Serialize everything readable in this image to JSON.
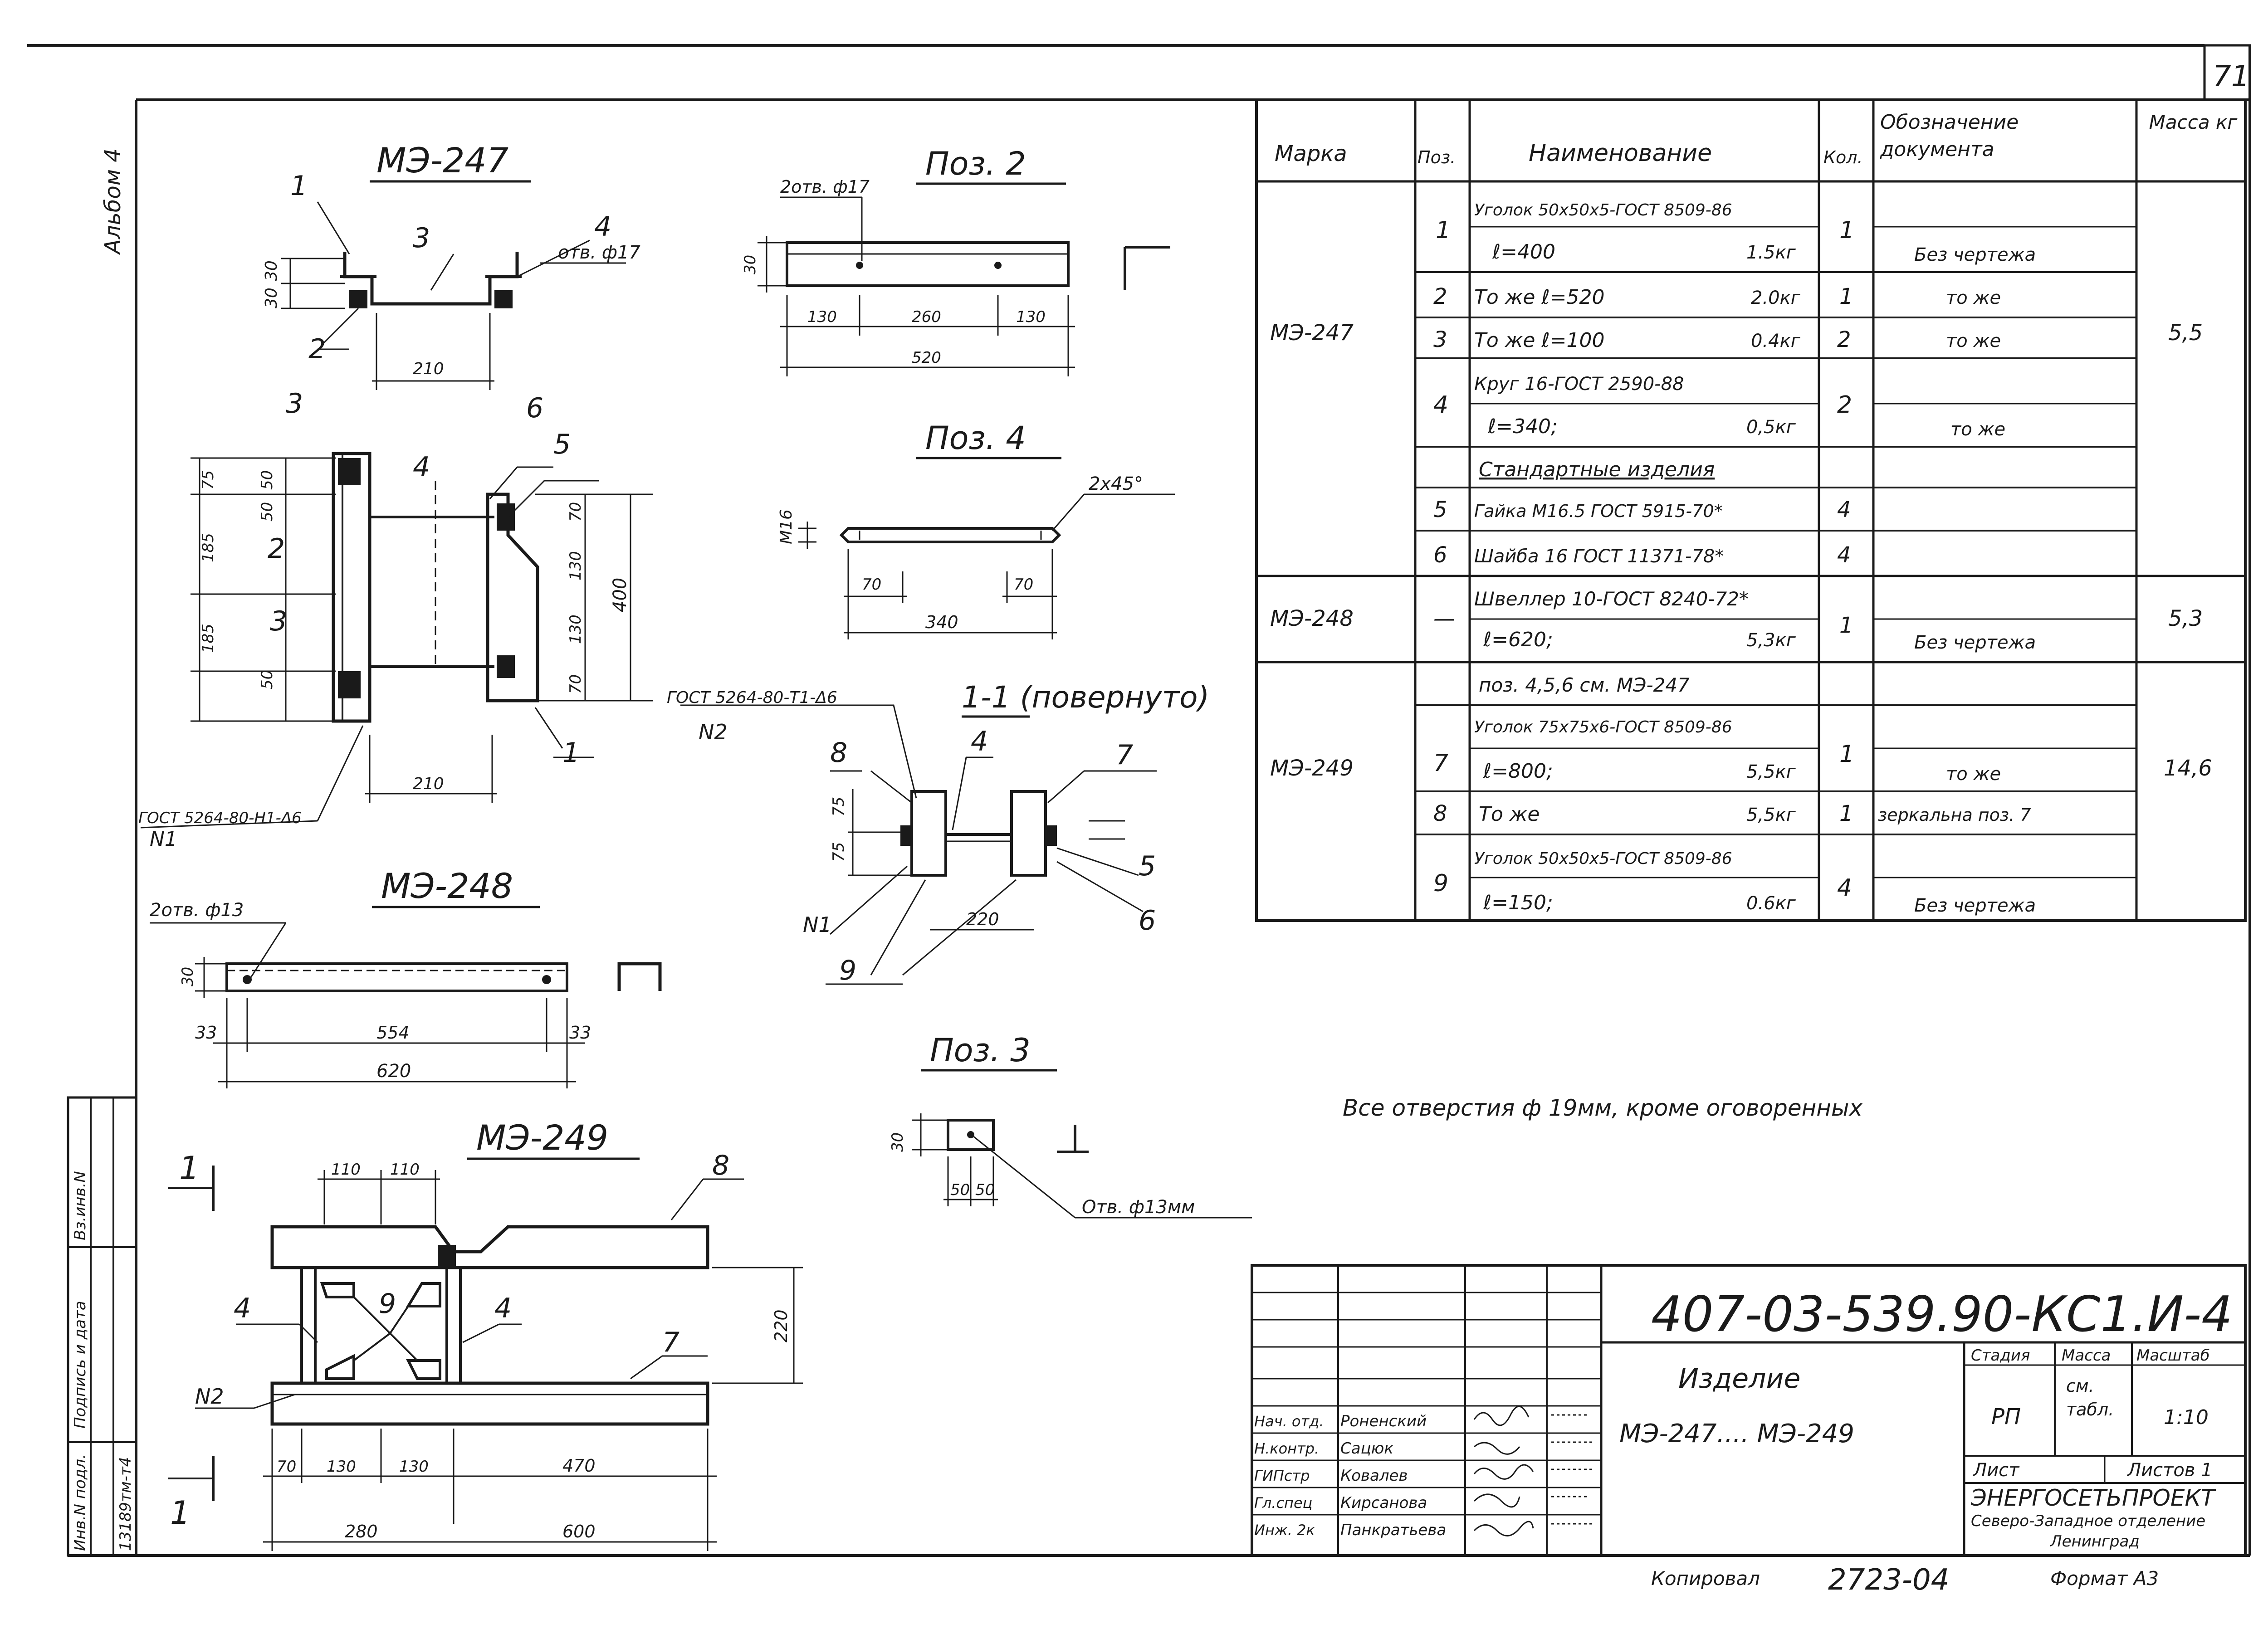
{
  "sheet": {
    "number": "71",
    "album": "Альбом 4",
    "bottom_note_prefix": "Копировал",
    "bottom_note_code": "2723-04",
    "format": "Формат А3",
    "general_note": "Все отверстия ф 19мм, кроме оговоренных",
    "left_margin_labels": [
      "Инв.N подл.",
      "Подпись и дата",
      "Вз.инв.N",
      "13189тм-т4"
    ]
  },
  "drawings": {
    "me247": {
      "title": "МЭ-247",
      "hole": "отв. ф17",
      "dims": [
        "30",
        "30",
        "210",
        "75",
        "50",
        "50",
        "185",
        "185",
        "50",
        "70",
        "130",
        "130",
        "70",
        "400",
        "210"
      ],
      "pos_marks": [
        "1",
        "2",
        "3",
        "4",
        "3",
        "2",
        "4",
        "6",
        "5",
        "1",
        "3"
      ],
      "gost": "ГОСТ 5264-80-Н1-Δ6",
      "weld": "N1"
    },
    "pos2": {
      "title": "Поз. 2",
      "hole": "2отв. ф17",
      "dims": [
        "30",
        "130",
        "260",
        "130",
        "520"
      ]
    },
    "pos4": {
      "title": "Поз. 4",
      "thread": "М16",
      "chamfer": "2х45°",
      "dims": [
        "70",
        "70",
        "340"
      ]
    },
    "section": {
      "title": "1-1 (повернуто)",
      "gost": "ГОСТ 5264-80-Т1-Δ6",
      "weld": "N2",
      "dims": [
        "75",
        "75",
        "220"
      ],
      "pos_marks": [
        "8",
        "4",
        "7",
        "5",
        "6",
        "9"
      ],
      "weld1": "N1"
    },
    "me248": {
      "title": "МЭ-248",
      "hole": "2отв. ф13",
      "dims": [
        "30",
        "33",
        "554",
        "33",
        "620"
      ]
    },
    "pos3": {
      "title": "Поз. 3",
      "hole": "Отв. ф13мм",
      "dims": [
        "30",
        "50",
        "50"
      ]
    },
    "me249": {
      "title": "МЭ-249",
      "dims": [
        "110",
        "110",
        "220",
        "70",
        "130",
        "130",
        "470",
        "280",
        "600"
      ],
      "pos_marks": [
        "8",
        "4",
        "9",
        "4",
        "7"
      ],
      "weld": "N2",
      "cut": "1"
    }
  },
  "spec_table": {
    "headers": [
      "Марка",
      "Поз.",
      "Наименование",
      "Кол.",
      "Обозначение документа",
      "Масса кг"
    ],
    "rows": [
      {
        "mark": "МЭ-247",
        "pos": "1",
        "name": "Уголок 50х50х5-ГОСТ 8509-86",
        "sub": "ℓ=400",
        "mass_item": "1.5кг",
        "qty": "1",
        "doc": "Без чертежа",
        "mass": "5,5"
      },
      {
        "pos": "2",
        "name": "То же ℓ=520",
        "mass_item": "2.0кг",
        "qty": "1",
        "doc": "то же"
      },
      {
        "pos": "3",
        "name": "То же ℓ=100",
        "mass_item": "0.4кг",
        "qty": "2",
        "doc": "то же"
      },
      {
        "pos": "4",
        "name": "Круг 16-ГОСТ 2590-88",
        "sub": "ℓ=340;",
        "mass_item": "0,5кг",
        "qty": "2",
        "doc": "то же"
      },
      {
        "pos": "",
        "name": "Стандартные изделия",
        "qty": "",
        "doc": ""
      },
      {
        "pos": "5",
        "name": "Гайка М16.5 ГОСТ 5915-70*",
        "qty": "4",
        "doc": ""
      },
      {
        "pos": "6",
        "name": "Шайба 16 ГОСТ 11371-78*",
        "qty": "4",
        "doc": ""
      },
      {
        "mark": "МЭ-248",
        "pos": "—",
        "name": "Швеллер 10-ГОСТ 8240-72*",
        "sub": "ℓ=620;",
        "mass_item": "5,3кг",
        "qty": "1",
        "doc": "Без чертежа",
        "mass": "5,3"
      },
      {
        "mark": "МЭ-249",
        "pos": "",
        "name": "поз. 4,5,6 см. МЭ-247",
        "qty": "",
        "doc": "",
        "mass": "14,6"
      },
      {
        "pos": "7",
        "name": "Уголок 75х75х6-ГОСТ 8509-86",
        "sub": "ℓ=800;",
        "mass_item": "5,5кг",
        "qty": "1",
        "doc": "то же"
      },
      {
        "pos": "8",
        "name": "То же",
        "mass_item": "5,5кг",
        "qty": "1",
        "doc": "зеркальна поз. 7"
      },
      {
        "pos": "9",
        "name": "Уголок 50х50х5-ГОСТ 8509-86",
        "sub": "ℓ=150;",
        "mass_item": "0.6кг",
        "qty": "4",
        "doc": "Без чертежа"
      }
    ]
  },
  "title_block": {
    "code": "407-03-539.90-КС1.И-4",
    "item_label": "Изделие",
    "item_range": "МЭ-247.... МЭ-249",
    "stage_h": "Стадия",
    "mass_h": "Масса",
    "scale_h": "Масштаб",
    "stage": "РП",
    "mass": "см. табл.",
    "scale": "1:10",
    "sheet_h": "Лист",
    "sheets_h": "Листов 1",
    "org1": "ЭНЕРГОСЕТЬПРОЕКТ",
    "org2": "Северо-Западное отделение",
    "org3": "Ленинград",
    "people": [
      {
        "role": "Нач. отд.",
        "name": "Роненский"
      },
      {
        "role": "Н.контр.",
        "name": "Сацюк"
      },
      {
        "role": "ГИПстр",
        "name": "Ковалев"
      },
      {
        "role": "Гл.спец",
        "name": "Кирсанова"
      },
      {
        "role": "Инж. 2к",
        "name": "Панкратьева"
      }
    ]
  }
}
